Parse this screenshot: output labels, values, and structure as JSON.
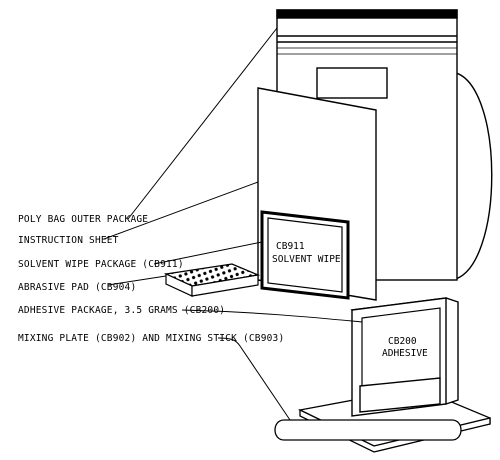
{
  "callouts": [
    {
      "id": "poly-bag",
      "text": "POLY BAG OUTER PACKAGE"
    },
    {
      "id": "instruction-sheet",
      "text": "INSTRUCTION SHEET"
    },
    {
      "id": "solvent-wipe",
      "text": "SOLVENT WIPE PACKAGE (CB911)"
    },
    {
      "id": "abrasive-pad",
      "text": "ABRASIVE PAD (CB904)"
    },
    {
      "id": "adhesive-package",
      "text": "ADHESIVE PACKAGE, 3.5 GRAMS (CB200)"
    },
    {
      "id": "mixing-plate",
      "text": "MIXING PLATE (CB902) AND MIXING STICK (CB903)"
    }
  ],
  "solvent_wipe_label": {
    "line1": "CB911",
    "line2": "SOLVENT WIPE"
  },
  "adhesive_label": {
    "line1": "CB200",
    "line2": "ADHESIVE"
  }
}
